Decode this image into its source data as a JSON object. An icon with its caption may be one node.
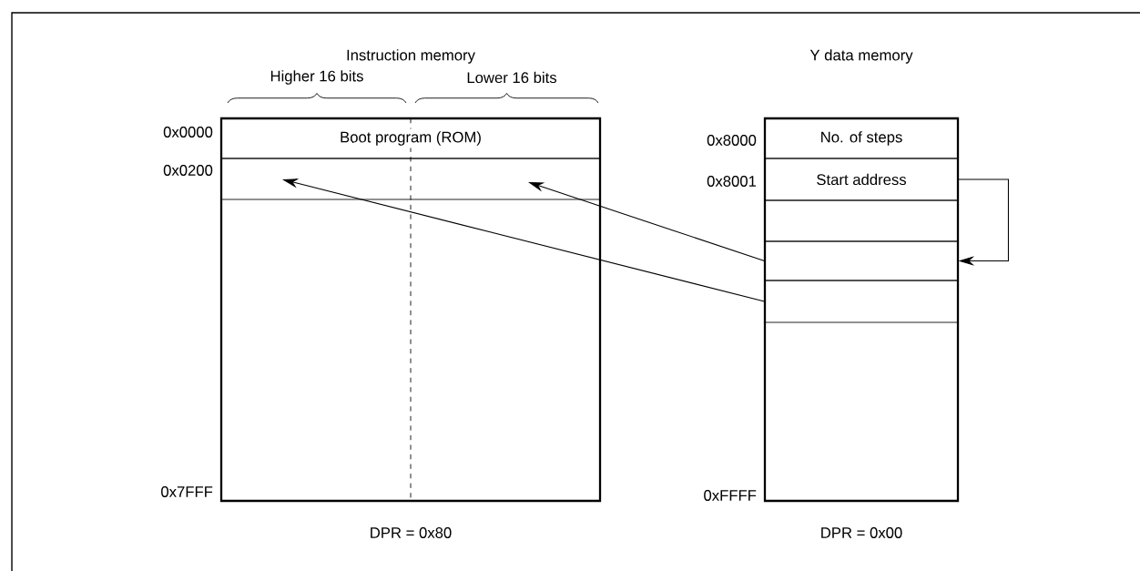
{
  "diagram": {
    "nodes": [
      {
        "text": [
          "Instruction memory"
        ],
        "beside": [
          "DPR = 0x80"
        ]
      },
      {
        "text": [
          "Boot program (ROM)"
        ],
        "in": 0
      },
      {
        "text": [],
        "shape": "box",
        "in": 0
      },
      {
        "text": [
          "Y data memory"
        ],
        "beside": [
          "DPR = 0x00"
        ]
      },
      {
        "text": [
          "No. of steps"
        ],
        "in": 3
      },
      {
        "text": [
          "Start address"
        ],
        "in": 3
      },
      {
        "text": [],
        "shape": "box",
        "in": 3
      },
      {
        "text": [],
        "shape": "box",
        "in": 3
      },
      {
        "text": [],
        "shape": "box",
        "in": 3
      }
    ],
    "edges": [
      {
        "from": 7,
        "to": 2,
        "arrow": "to"
      },
      {
        "from": 8,
        "to": 2,
        "arrow": "to"
      },
      {
        "from": 5,
        "to": 7,
        "arrow": "to"
      }
    ],
    "labels": [
      "Higher 16 bits",
      "Lower 16 bits",
      "0x0000",
      "0x8000",
      "0x0200",
      "0x8001",
      "0x7FFF",
      "0xFFFF"
    ]
  }
}
